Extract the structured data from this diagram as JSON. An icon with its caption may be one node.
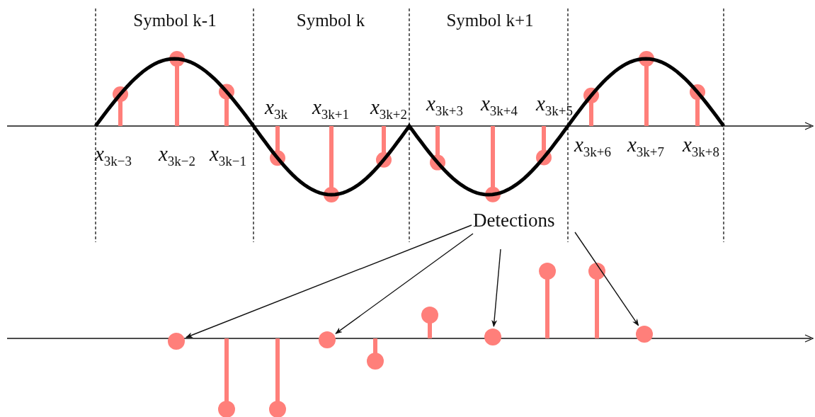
{
  "diagram": {
    "nodes": [
      {
        "text": [
          "Detections"
        ]
      },
      {
        "text": [],
        "shape": "circle"
      },
      {
        "text": [],
        "shape": "circle"
      },
      {
        "text": [],
        "shape": "circle"
      },
      {
        "text": [],
        "shape": "circle"
      }
    ],
    "edges": [
      {
        "from": 0,
        "to": 1,
        "arrow": "to"
      },
      {
        "from": 0,
        "to": 2,
        "arrow": "to"
      },
      {
        "from": 0,
        "to": 3,
        "arrow": "to"
      },
      {
        "from": 0,
        "to": 4,
        "arrow": "to"
      }
    ],
    "labels": [
      "Symbol k-1",
      "Symbol k",
      "Symbol k+1",
      "x$_{3k}$",
      "x$_{3k+1}$",
      "x$_{3k+2}$",
      "x$_{3k+3}$",
      "x$_{3k+4}$",
      "x$_{3k+5}$",
      "x$_{3k−3}$",
      "x$_{3k−2}$",
      "x$_{3k−1}$",
      "x$_{3k+6}$",
      "x$_{3k+7}$",
      "x$_{3k+8}$"
    ]
  }
}
